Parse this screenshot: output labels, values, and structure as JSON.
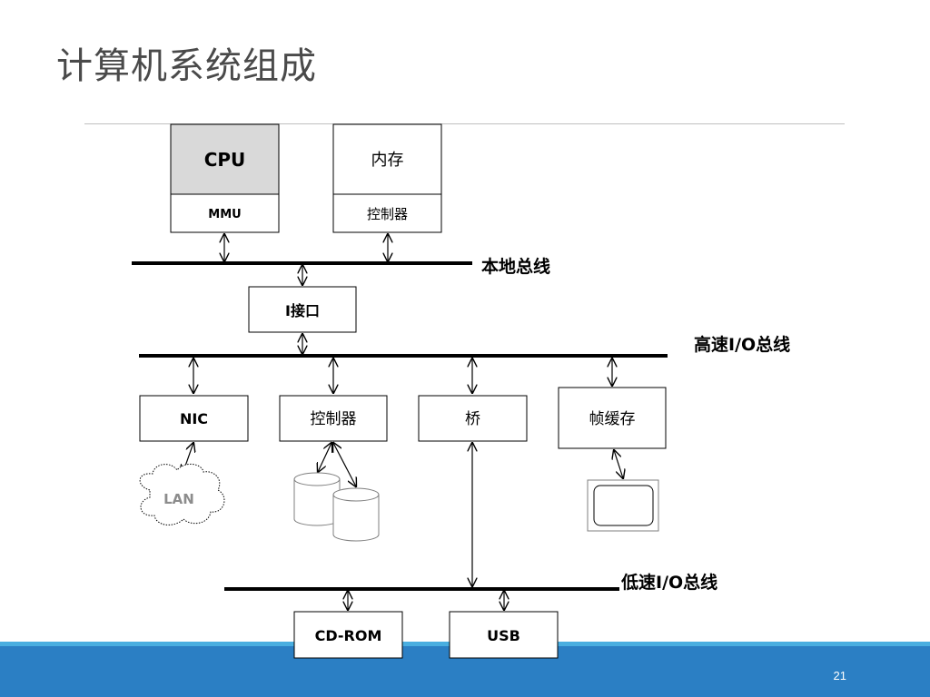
{
  "slide": {
    "title": "计算机系统组成",
    "page_number": "21"
  },
  "diagram": {
    "cpu": {
      "label": "CPU",
      "sublabel": "MMU"
    },
    "memory": {
      "label": "内存",
      "sublabel": "控制器"
    },
    "local_bus": {
      "label": "本地总线"
    },
    "interface": {
      "label": "I接口"
    },
    "high_speed_bus": {
      "label": "高速I/O总线"
    },
    "devices": {
      "nic": "NIC",
      "controller": "控制器",
      "bridge": "桥",
      "framebuffer": "帧缓存"
    },
    "lan": {
      "label": "LAN"
    },
    "low_speed_bus": {
      "label": "低速I/O总线"
    },
    "cdrom": {
      "label": "CD-ROM"
    },
    "usb": {
      "label": "USB"
    }
  },
  "colors": {
    "accent_band": "#2b7fc4",
    "accent_band_light": "#49aee0",
    "cpu_fill": "#d9d9d9"
  }
}
